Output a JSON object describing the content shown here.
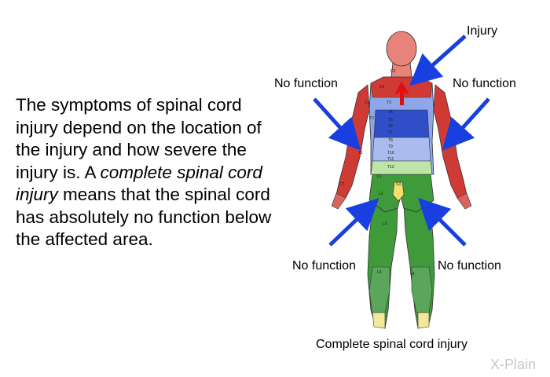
{
  "description": {
    "before": "The symptoms of spinal cord injury depend on the location of the injury and how severe the injury is. A ",
    "emphasis": "complete spinal cord injury",
    "after": " means that the spinal cord has absolutely no function below the affected area."
  },
  "labels": {
    "injury": "Injury",
    "no_function_upper_left": "No function",
    "no_function_upper_right": "No function",
    "no_function_lower_left": "No function",
    "no_function_lower_right": "No function",
    "caption": "Complete spinal cord injury"
  },
  "dermatomes": {
    "c3": "C3",
    "c4": "C4",
    "c5": "C5",
    "c6": "C6",
    "c7": "C7",
    "t1": "T1",
    "t2": "T2",
    "t3": "T3",
    "t4": "T4",
    "t5": "T5",
    "t6": "T6",
    "t7": "T7",
    "t8": "T8",
    "t9": "T9",
    "t10": "T10",
    "t11": "T11",
    "t12": "T12",
    "l1": "L1",
    "l2": "L2",
    "l3": "L3",
    "l4": "L4",
    "l5": "L5",
    "s3": "S3"
  },
  "watermark": "X-Plain",
  "colors": {
    "arrow": "#1a3fe0",
    "injury_arrow": "#e01010",
    "head": "#e8837a",
    "functional_red": "#cf3b34",
    "no_function_blue": "#4a6ad8",
    "no_function_green": "#3f9a3a"
  }
}
